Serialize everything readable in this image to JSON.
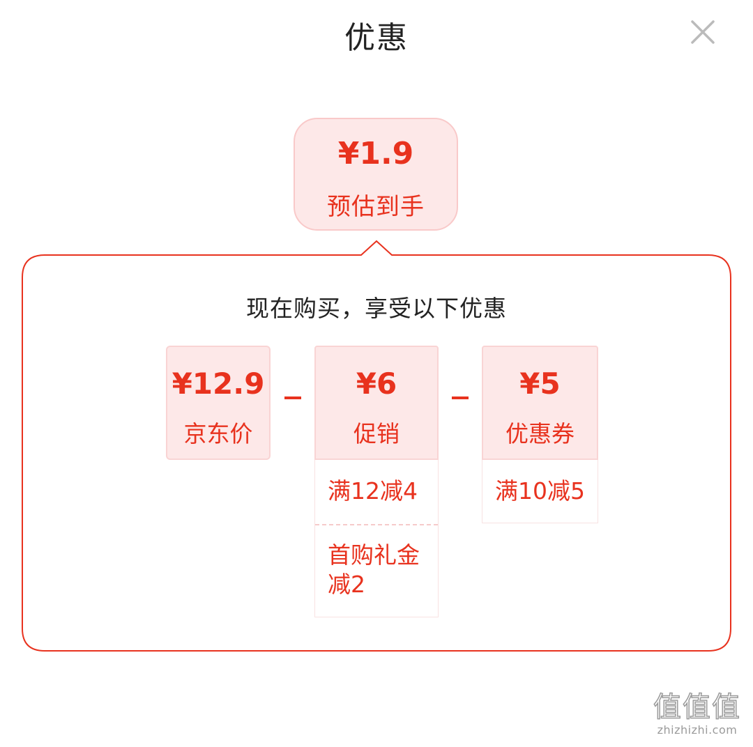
{
  "header": {
    "title": "优惠",
    "close_icon": "close-icon"
  },
  "estimate": {
    "price": "¥1.9",
    "label": "预估到手"
  },
  "panel": {
    "subtitle": "现在购买，享受以下优惠",
    "accent_color": "#e8321e",
    "card_bg_color": "#fde8e8",
    "cards": [
      {
        "price": "¥12.9",
        "label": "京东价"
      },
      {
        "price": "¥6",
        "label": "促销"
      },
      {
        "price": "¥5",
        "label": "优惠券"
      }
    ],
    "operator": "−",
    "promo_details": [
      "满12减4",
      "首购礼金减2"
    ],
    "coupon_details": [
      "满10减5"
    ]
  },
  "watermark": {
    "logo": "值值值",
    "url": "zhizhizhi.com"
  }
}
